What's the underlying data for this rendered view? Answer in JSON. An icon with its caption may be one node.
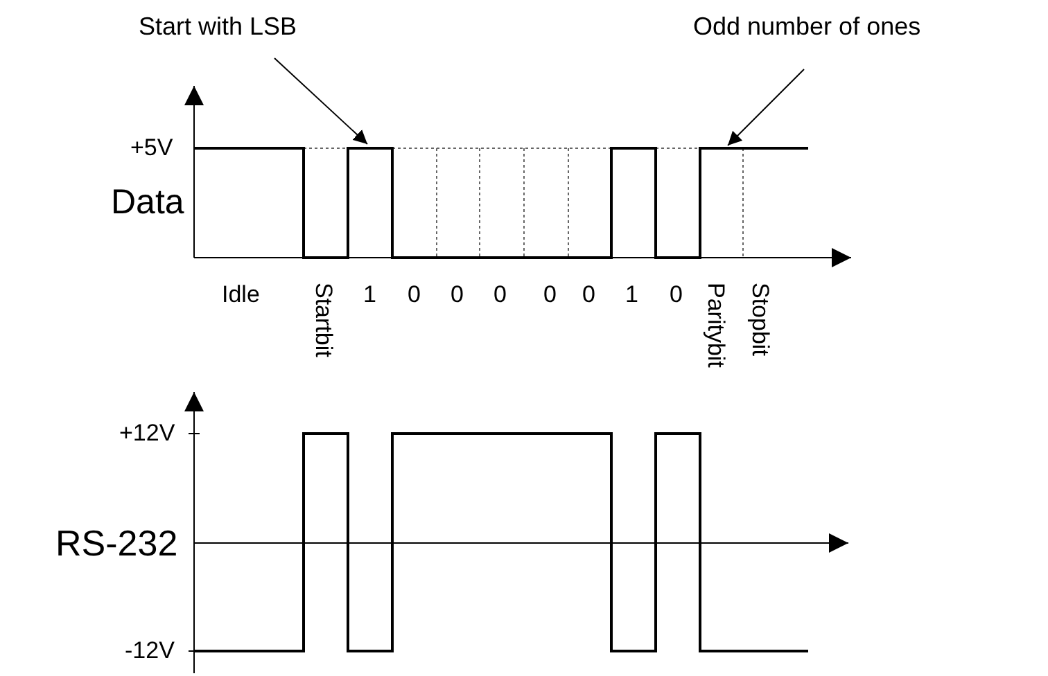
{
  "diagram": {
    "nodes": [
      {
        "text": [
          "Start with LSB"
        ]
      },
      {
        "text": [
          "Odd number of ones"
        ]
      },
      {
        "text": [],
        "shape": "waveform"
      },
      {
        "text": [],
        "shape": "waveform"
      }
    ],
    "edges": [
      {
        "from": 0,
        "to": 2,
        "arrow": "to"
      },
      {
        "from": 1,
        "to": 2,
        "arrow": "to"
      }
    ],
    "labels": [
      "+5V",
      "Data",
      "Idle",
      "Startbit",
      "1",
      "0",
      "0",
      "0",
      "0",
      "0",
      "1",
      "0",
      "Paritybit",
      "Stopbit",
      "+12V",
      "RS-232",
      "-12V"
    ]
  }
}
